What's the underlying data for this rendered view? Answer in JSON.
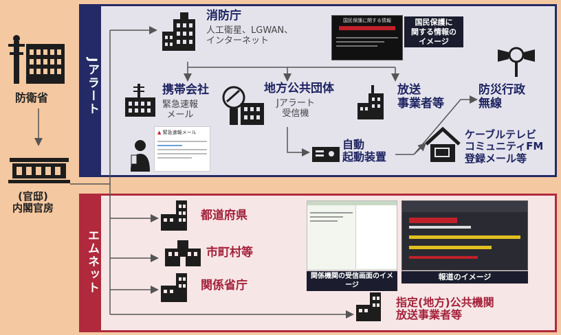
{
  "sections": {
    "j_alert_label": "Jアラート",
    "em_net_label": "エムネット"
  },
  "left": {
    "ministry_defense": "防衛省",
    "cabinet_secretariat": "(官邸)\n内閣官房"
  },
  "j_alert": {
    "fire_agency": {
      "title": "消防庁",
      "sub": "人工衛星、LGWAN、\nインターネット"
    },
    "civil_protection_caption": "国民保護に\n関する情報の\nイメージ",
    "civil_protection_screen_header": "国民保護に関する情報",
    "carriers": {
      "title": "携帯会社",
      "sub": "緊急速報\nメール"
    },
    "phone_mail_header": "緊急速報メール",
    "local_gov": {
      "title": "地方公共団体",
      "sub": "Jアラート\n受信機"
    },
    "broadcasters": {
      "title": "放送\n事業者等"
    },
    "disaster_radio": {
      "title": "防災行政\n無線"
    },
    "auto_start": {
      "title": "自動\n起動装置"
    },
    "cable_tv": {
      "title": "ケーブルテレビ\nコミュニティFM\n登録メール等"
    }
  },
  "em_net": {
    "prefectures": "都道府県",
    "municipalities": "市町村等",
    "ministries": "関係省庁",
    "designated": "指定(地方)公共機関\n放送事業者等",
    "receive_screen_caption": "関係機関の受信画面のイメージ",
    "news_caption": "報道のイメージ"
  },
  "colors": {
    "j_alert": "#232a66",
    "em_net": "#b0293c",
    "background": "#f4c8a0"
  }
}
